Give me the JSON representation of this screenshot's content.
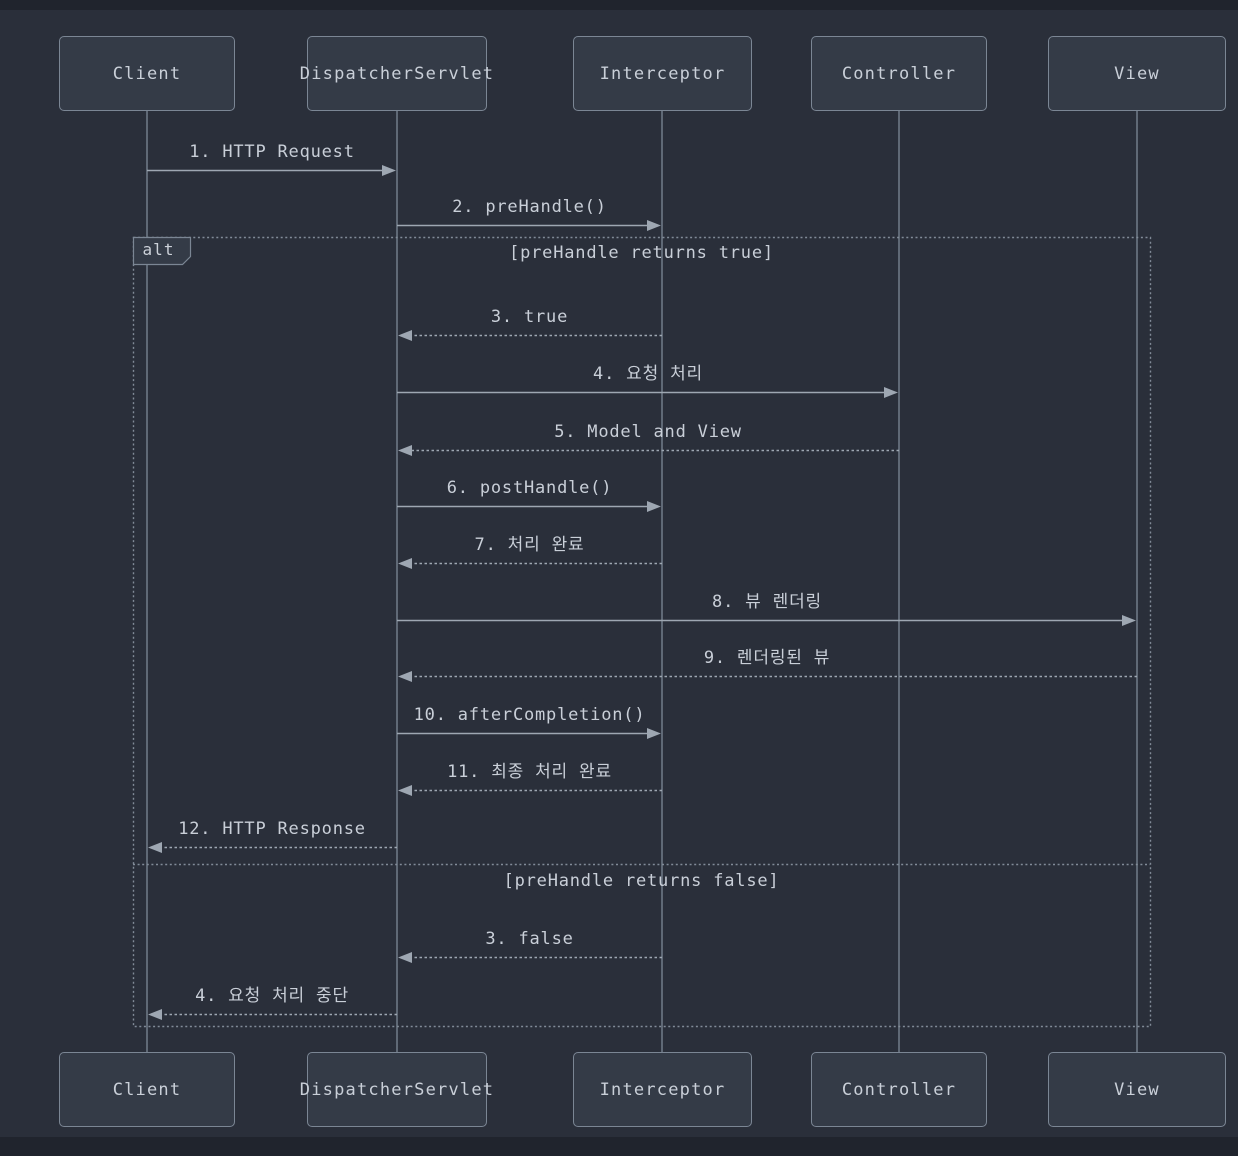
{
  "diagram_type": "sequence-diagram",
  "colors": {
    "page_bg": "#20242d",
    "stage_bg": "#2a2f3a",
    "box_fill": "#343b47",
    "box_border": "#7b8694",
    "text": "#c9cfd8",
    "lifeline": "#6d7885",
    "arrow": "#9ea7b2",
    "frame_border": "#818b98"
  },
  "participants": [
    {
      "id": "client",
      "label": "Client"
    },
    {
      "id": "dispatcher-servlet",
      "label": "DispatcherServlet"
    },
    {
      "id": "interceptor",
      "label": "Interceptor"
    },
    {
      "id": "controller",
      "label": "Controller"
    },
    {
      "id": "view",
      "label": "View"
    }
  ],
  "frame": {
    "operator": "alt",
    "sections": [
      {
        "condition": "[preHandle returns true]"
      },
      {
        "condition": "[preHandle returns false]"
      }
    ]
  },
  "messages": [
    {
      "label": "1. HTTP Request",
      "from": "client",
      "to": "dispatcher-servlet",
      "line": "solid"
    },
    {
      "label": "2. preHandle()",
      "from": "dispatcher-servlet",
      "to": "interceptor",
      "line": "solid"
    },
    {
      "label": "3. true",
      "from": "interceptor",
      "to": "dispatcher-servlet",
      "line": "dashed"
    },
    {
      "label": "4. 요청 처리",
      "from": "dispatcher-servlet",
      "to": "controller",
      "line": "solid"
    },
    {
      "label": "5. Model and View",
      "from": "controller",
      "to": "dispatcher-servlet",
      "line": "dashed"
    },
    {
      "label": "6. postHandle()",
      "from": "dispatcher-servlet",
      "to": "interceptor",
      "line": "solid"
    },
    {
      "label": "7. 처리 완료",
      "from": "interceptor",
      "to": "dispatcher-servlet",
      "line": "dashed"
    },
    {
      "label": "8. 뷰 렌더링",
      "from": "dispatcher-servlet",
      "to": "view",
      "line": "solid"
    },
    {
      "label": "9. 렌더링된 뷰",
      "from": "view",
      "to": "dispatcher-servlet",
      "line": "dashed"
    },
    {
      "label": "10. afterCompletion()",
      "from": "dispatcher-servlet",
      "to": "interceptor",
      "line": "solid"
    },
    {
      "label": "11. 최종 처리 완료",
      "from": "interceptor",
      "to": "dispatcher-servlet",
      "line": "dashed"
    },
    {
      "label": "12. HTTP Response",
      "from": "dispatcher-servlet",
      "to": "client",
      "line": "dashed"
    },
    {
      "label": "3. false",
      "from": "interceptor",
      "to": "dispatcher-servlet",
      "line": "dashed"
    },
    {
      "label": "4. 요청 처리 중단",
      "from": "dispatcher-servlet",
      "to": "client",
      "line": "dashed"
    }
  ]
}
